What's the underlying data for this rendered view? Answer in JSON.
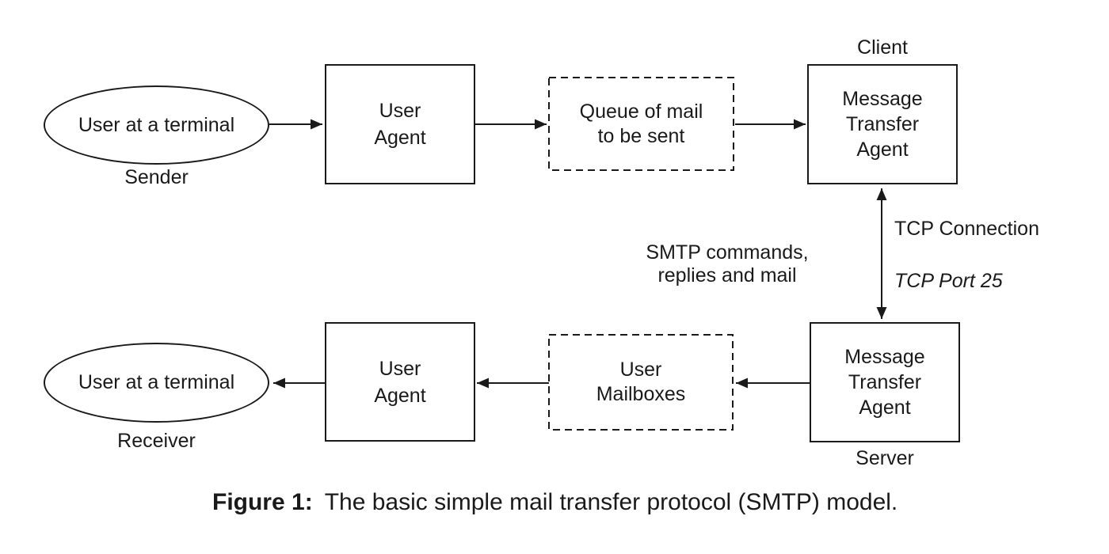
{
  "colors": {
    "ink": "#1a1a1a",
    "background": "#ffffff"
  },
  "nodes": {
    "sender_terminal": {
      "label": "User at a terminal",
      "caption": "Sender"
    },
    "sender_user_agent": {
      "label": "User\nAgent"
    },
    "mail_queue": {
      "label": "Queue of mail\nto be sent"
    },
    "client_mta": {
      "caption": "Client",
      "label": "Message\nTransfer\nAgent"
    },
    "server_mta": {
      "caption": "Server",
      "label": "Message\nTransfer\nAgent"
    },
    "user_mailboxes": {
      "label": "User\nMailboxes"
    },
    "receiver_user_agent": {
      "label": "User\nAgent"
    },
    "receiver_terminal": {
      "label": "User at a terminal",
      "caption": "Receiver"
    }
  },
  "connection": {
    "tcp_label": "TCP Connection",
    "tcp_port": "TCP Port 25",
    "smtp_flow": "SMTP commands,\nreplies and mail"
  },
  "figure_caption": {
    "label": "Figure 1:",
    "text": "The basic simple mail transfer protocol (SMTP) model."
  }
}
